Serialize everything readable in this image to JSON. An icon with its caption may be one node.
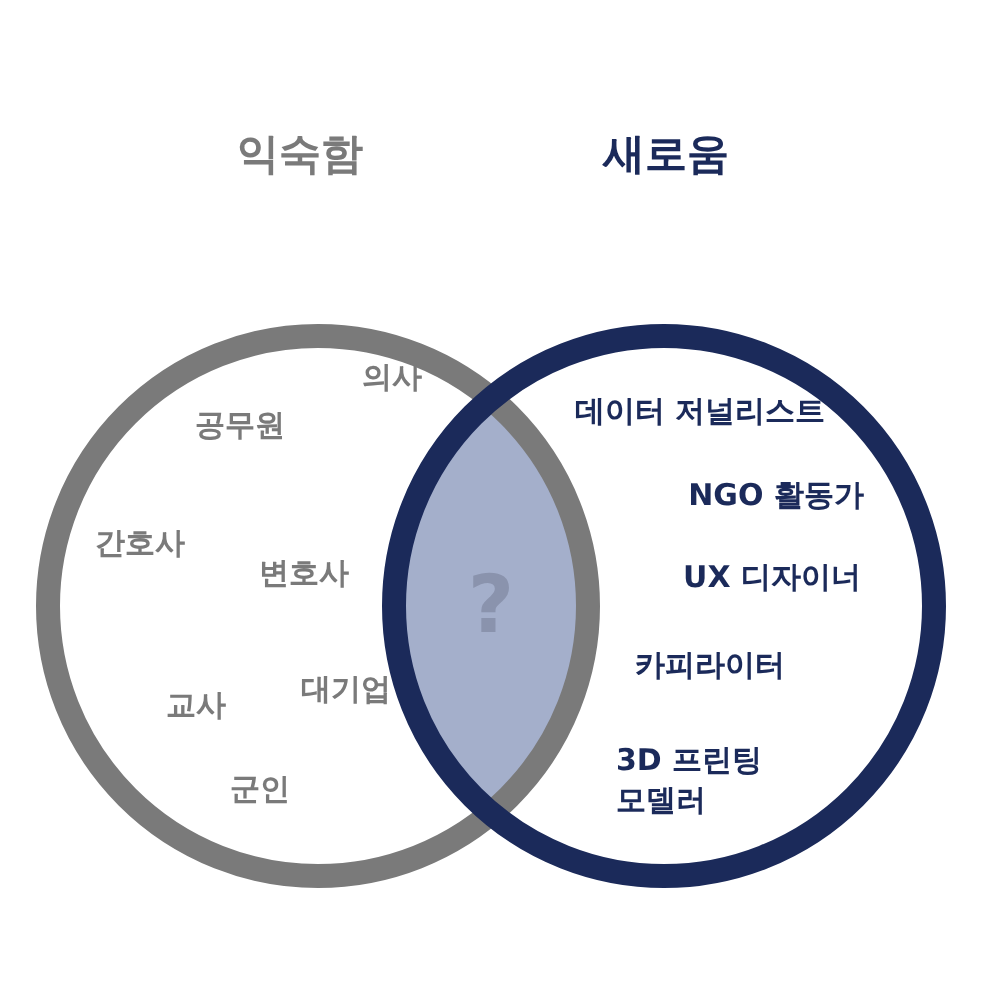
{
  "diagram": {
    "nodes": [
      {
        "text": [
          "익숙함"
        ]
      },
      {
        "text": [
          "새로움"
        ]
      },
      {
        "text": [
          "?"
        ]
      },
      {
        "text": [
          "의사"
        ],
        "in": 0
      },
      {
        "text": [
          "공무원"
        ],
        "in": 0
      },
      {
        "text": [
          "간호사"
        ],
        "in": 0
      },
      {
        "text": [
          "변호사"
        ],
        "in": 0
      },
      {
        "text": [
          "대기업"
        ],
        "in": 0
      },
      {
        "text": [
          "교사"
        ],
        "in": 0
      },
      {
        "text": [
          "군인"
        ],
        "in": 0
      },
      {
        "text": [
          "데이터 저널리스트"
        ],
        "in": 1
      },
      {
        "text": [
          "NGO 활동가"
        ],
        "in": 1
      },
      {
        "text": [
          "UX 디자이너"
        ],
        "in": 1
      },
      {
        "text": [
          "카피라이터"
        ],
        "in": 1
      },
      {
        "text": [
          "3D 프린팅 모델러"
        ],
        "in": 1
      }
    ]
  }
}
